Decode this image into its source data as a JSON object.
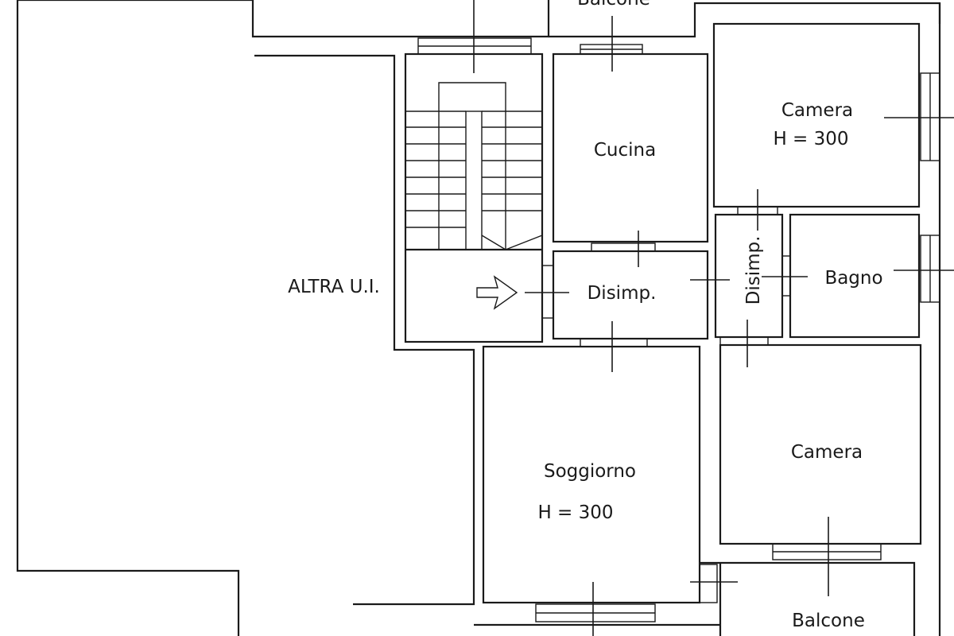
{
  "rooms": {
    "balcone_top": "Balcone",
    "cucina": "Cucina",
    "camera_top": "Camera",
    "camera_top_height": "H = 300",
    "altra_ui": "ALTRA U.I.",
    "disimp_main": "Disimp.",
    "disimp_vertical": "Disimp.",
    "bagno": "Bagno",
    "camera_bottom": "Camera",
    "soggiorno": "Soggiorno",
    "soggiorno_height": "H = 300",
    "balcone_bottom": "Balcone"
  },
  "colors": {
    "ink": "#1a1a1a",
    "paper": "#ffffff"
  }
}
